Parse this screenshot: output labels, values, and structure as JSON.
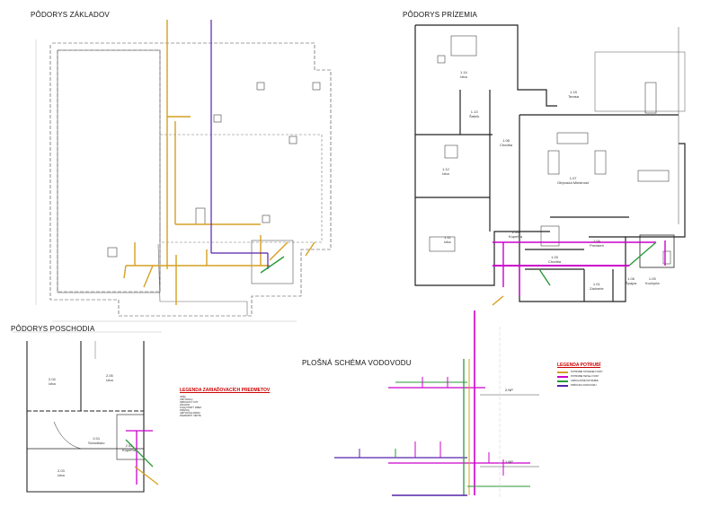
{
  "titles": {
    "foundations": "PÔDORYS ZÁKLADOV",
    "ground_floor": "PÔDORYS PRÍZEMIA",
    "upper_floor": "PÔDORYS POSCHODIA",
    "water_scheme": "PLOŠNÁ SCHÉMA VODOVODU"
  },
  "ground_rooms": [
    {
      "no": "1.14",
      "name": "Izba"
    },
    {
      "no": "1.15",
      "name": "Terasa"
    },
    {
      "no": "1.13",
      "name": "Šatník"
    },
    {
      "no": "1.08",
      "name": "Chodba"
    },
    {
      "no": "1.12",
      "name": "Izba"
    },
    {
      "no": "1.07",
      "name": "Obývacia Miestnosť"
    },
    {
      "no": "1.11",
      "name": "Izba"
    },
    {
      "no": "1.10",
      "name": "Kúpeľňa"
    },
    {
      "no": "1.03",
      "name": "Chodba"
    },
    {
      "no": "1.04",
      "name": "Predsieň"
    },
    {
      "no": "1.01",
      "name": "Zádverie"
    },
    {
      "no": "1.06",
      "name": "Špajza"
    },
    {
      "no": "1.05",
      "name": "Kuchyňa"
    }
  ],
  "upper_rooms": [
    {
      "no": "2.04",
      "name": "Izba"
    },
    {
      "no": "2.05",
      "name": "Izba"
    },
    {
      "no": "2.01",
      "name": "Schodisko"
    },
    {
      "no": "2.02",
      "name": "Kúpeľňa"
    },
    {
      "no": "2.03",
      "name": "Izba"
    }
  ],
  "legend_fixtures": {
    "title": "LEGENDA ZARIAĎOVACÍCH PREDMETOV",
    "items": [
      "VAŇA",
      "UMÝVADLO",
      "SPRCHOVÝ KÚT",
      "ZÁCHOD",
      "KUCHYNSKÝ DREZ",
      "PRÁČKA",
      "UMÝVAČKA RIADU",
      "ZÁHRADNÝ VENTIL"
    ]
  },
  "legend_pipes": {
    "title": "LEGENDA POTRUBÍ",
    "items": [
      {
        "label": "POTRUBIE STUDENEJ VODY",
        "color": "#d6a020"
      },
      {
        "label": "POTRUBIE TEPLEJ VODY",
        "color": "#cc00cc"
      },
      {
        "label": "CIRKULAČNÉ POTRUBIE",
        "color": "#2a9a3a"
      },
      {
        "label": "PRÍPOJKA VODOVODU",
        "color": "#5522aa"
      }
    ]
  },
  "scheme_levels": [
    "1.NP",
    "2.NP"
  ],
  "colors": {
    "cold": "#d6a020",
    "hot": "#cc00cc",
    "circ": "#2a9a3a",
    "supply": "#5522aa",
    "wall": "#222222",
    "dim": "#9a9a9a"
  }
}
